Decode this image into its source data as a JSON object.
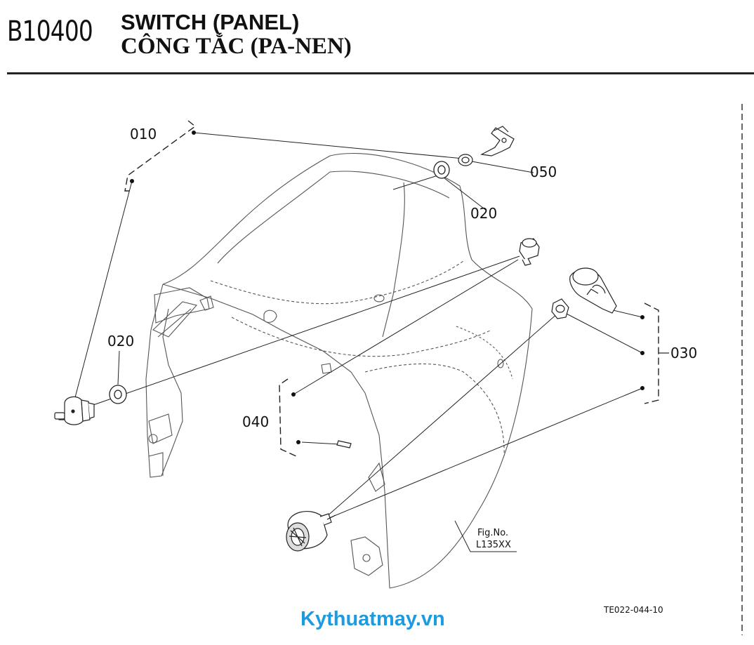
{
  "header": {
    "code": "B10400",
    "title": "SWITCH (PANEL)",
    "subtitle": "CÔNG TẮC (PA-NEN)"
  },
  "callouts": {
    "c010": "010",
    "c020_top": "020",
    "c020_left": "020",
    "c030": "030",
    "c040": "040",
    "c050": "050"
  },
  "figure": {
    "fig_no_label": "Fig.No.",
    "fig_no_value": "L135XX",
    "drawing_code": "TE022-044-10"
  },
  "watermark": {
    "text": "Kythuatmay.vn",
    "color": "#1e9be0"
  },
  "colors": {
    "line": "#222222",
    "panel": "#555555"
  }
}
